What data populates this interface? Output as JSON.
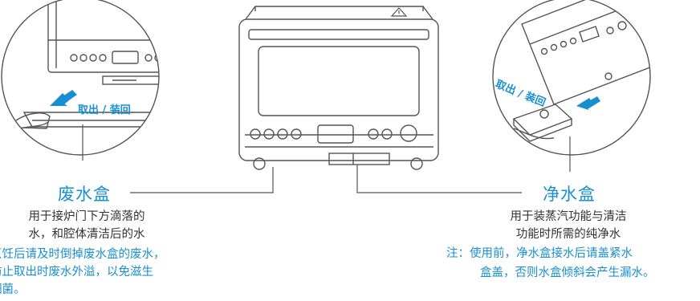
{
  "colors": {
    "accent": "#1a8fd0",
    "line": "#555555",
    "text": "#333333"
  },
  "left": {
    "action_label": "取出 / 装回",
    "title": "废水盒",
    "desc_line1": "用于接炉门下方滴落的",
    "desc_line2": "水，和腔体清洁后的水",
    "note_line1": "烹饪后请及时倒掉废水盒的废水，",
    "note_line2": "防止取出时废水外溢，以免滋生",
    "note_line3": "细菌。"
  },
  "right": {
    "action_label": "取出 / 装回",
    "title": "净水盒",
    "desc_line1": "用于装蒸汽功能与清洁",
    "desc_line2": "功能时所需的纯净水",
    "note_line1": "注：使用前，净水盒接水后请盖紧水",
    "note_line2": "盒盖，否则水盒倾斜会产生漏水。"
  },
  "icons": [
    "arrow-down-left-icon",
    "arrow-down-left-icon",
    "warning-triangle-icon"
  ]
}
